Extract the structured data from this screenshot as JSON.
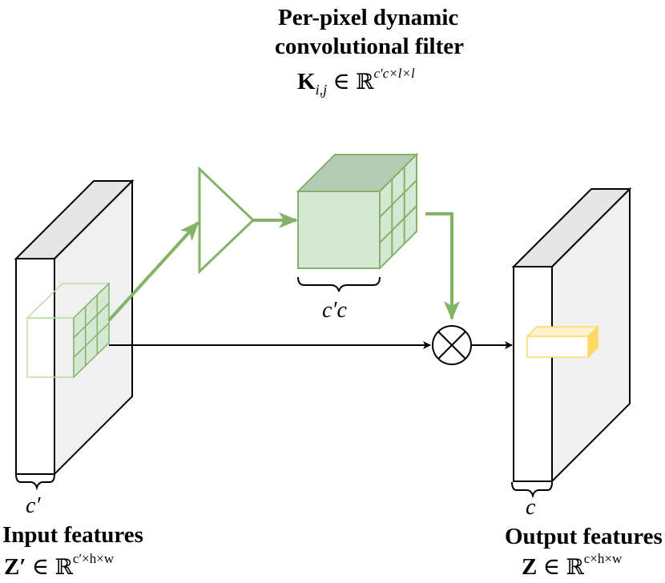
{
  "filter": {
    "title_line1": "Per-pixel dynamic",
    "title_line2": "convolutional filter",
    "formula_symbol": "K",
    "formula_subscript": "i,j",
    "formula_in": "∈",
    "formula_set": "ℝ",
    "formula_superscript": "c′c×l×l",
    "channel_label": "c′c"
  },
  "input": {
    "channel_label": "c′",
    "title": "Input features",
    "formula_symbol": "Z′",
    "formula_in": "∈",
    "formula_set": "ℝ",
    "formula_superscript": "c′×h×w"
  },
  "output": {
    "channel_label": "c",
    "title": "Output features",
    "formula_symbol": "Z",
    "formula_in": "∈",
    "formula_set": "ℝ",
    "formula_superscript": "c×h×w"
  },
  "operator": {
    "symbol": "multiply-operator"
  },
  "colors": {
    "green": "#82b366",
    "green_fill": "#d5e8d4",
    "green_dark": "#b5ccb4",
    "yellow": "#ffd966",
    "yellow_fill": "#fff2cc",
    "gray_side": "#f0f0f0",
    "gray_top": "#e6e6e6"
  }
}
